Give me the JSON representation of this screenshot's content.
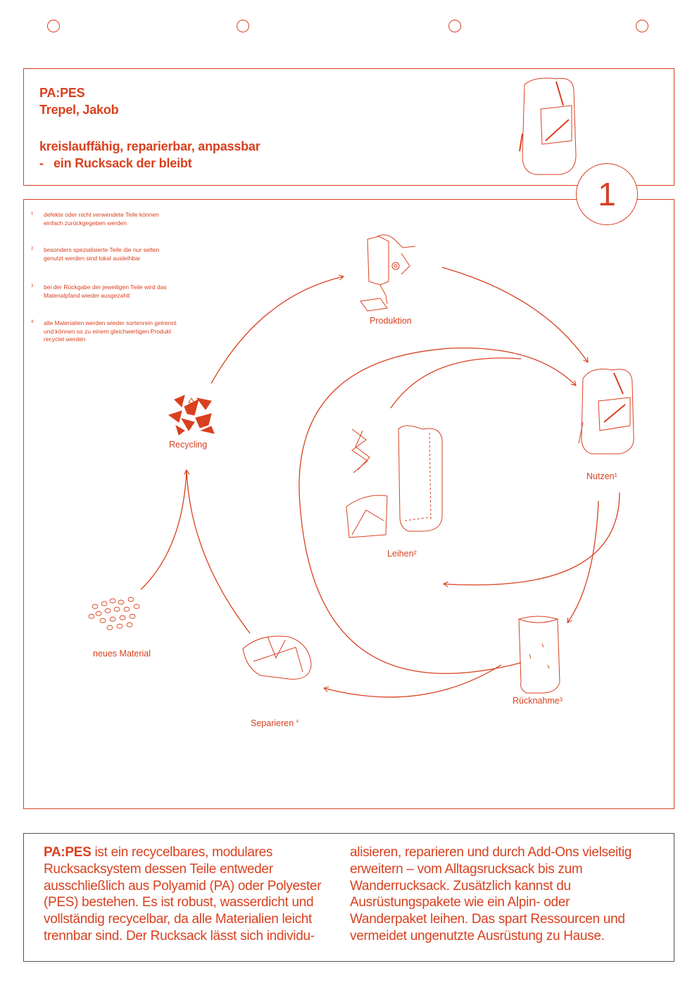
{
  "header": {
    "line1": "PA:PES",
    "line2": "Trepel, Jakob",
    "line3": "kreislauffähig, reparierbar, anpassbar",
    "line4_dash": "-",
    "line4": "ein Rucksack der bleibt"
  },
  "badge": {
    "number": "1"
  },
  "notes": [
    {
      "num": "1",
      "text": "defekte oder nicht verwendete Teile können einfach zurückgegeben werden"
    },
    {
      "num": "2",
      "text": "besonders spezialisierte Teile die nur selten genutzt werden sind lokal ausleihbar"
    },
    {
      "num": "3",
      "text": "bei der Rückgabe der jeweiligen Teile wird das Materialpfand wieder ausgezahlt"
    },
    {
      "num": "4",
      "text": "alle Materialien werden wieder sortenrein getrennt und können so zu einem gleichwertigen Produkt recyclet werden"
    }
  ],
  "cycle": {
    "produktion": "Produktion",
    "nutzen": "Nutzen¹",
    "leihen": "Leihen²",
    "ruecknahme": "Rücknahme³",
    "separieren": "Separieren",
    "separieren_sup": "4",
    "recycling": "Recycling",
    "neues_material": "neues Material"
  },
  "description": {
    "brand": "PA:PES",
    "col1_rest": " ist ein recycelbares, modulares Rucksacksystem dessen Teile entweder ausschließlich aus Polyamid (PA) oder Polyester (PES) bestehen. Es ist robust, wasserdicht und vollständig recycelbar, da alle Materialien leicht trennbar sind. Der Rucksack lässt sich individu-",
    "col2": "alisieren, reparieren und durch Add-Ons vielseitig erweitern – vom Alltagsrucksack bis zum Wanderrucksack. Zusätzlich kannst du Ausrüstungspakete wie ein Alpin- oder Wanderpaket leihen. Das spart Ressourcen und vermeidet ungenutzte Ausrüstung zu Hause."
  },
  "colors": {
    "accent": "#d9401f",
    "desc_border": "#555555"
  }
}
